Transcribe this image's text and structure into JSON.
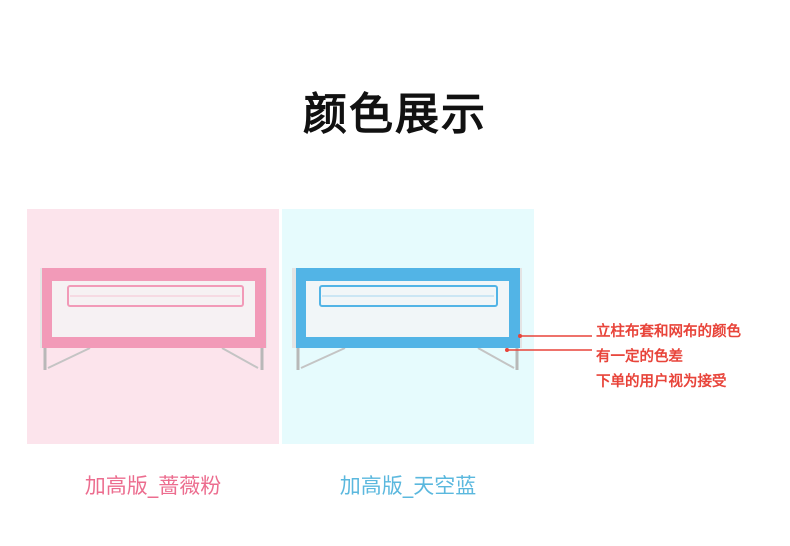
{
  "heading": "颜色展示",
  "variants": [
    {
      "caption": "加高版_蔷薇粉",
      "color": "#f29ab8"
    },
    {
      "caption": "加高版_天空蓝",
      "color": "#52b4e6"
    }
  ],
  "annotation": {
    "lines": [
      "立柱布套和网布的颜色",
      "有一定的色差",
      "下单的用户视为接受"
    ],
    "color": "#e8443a"
  }
}
